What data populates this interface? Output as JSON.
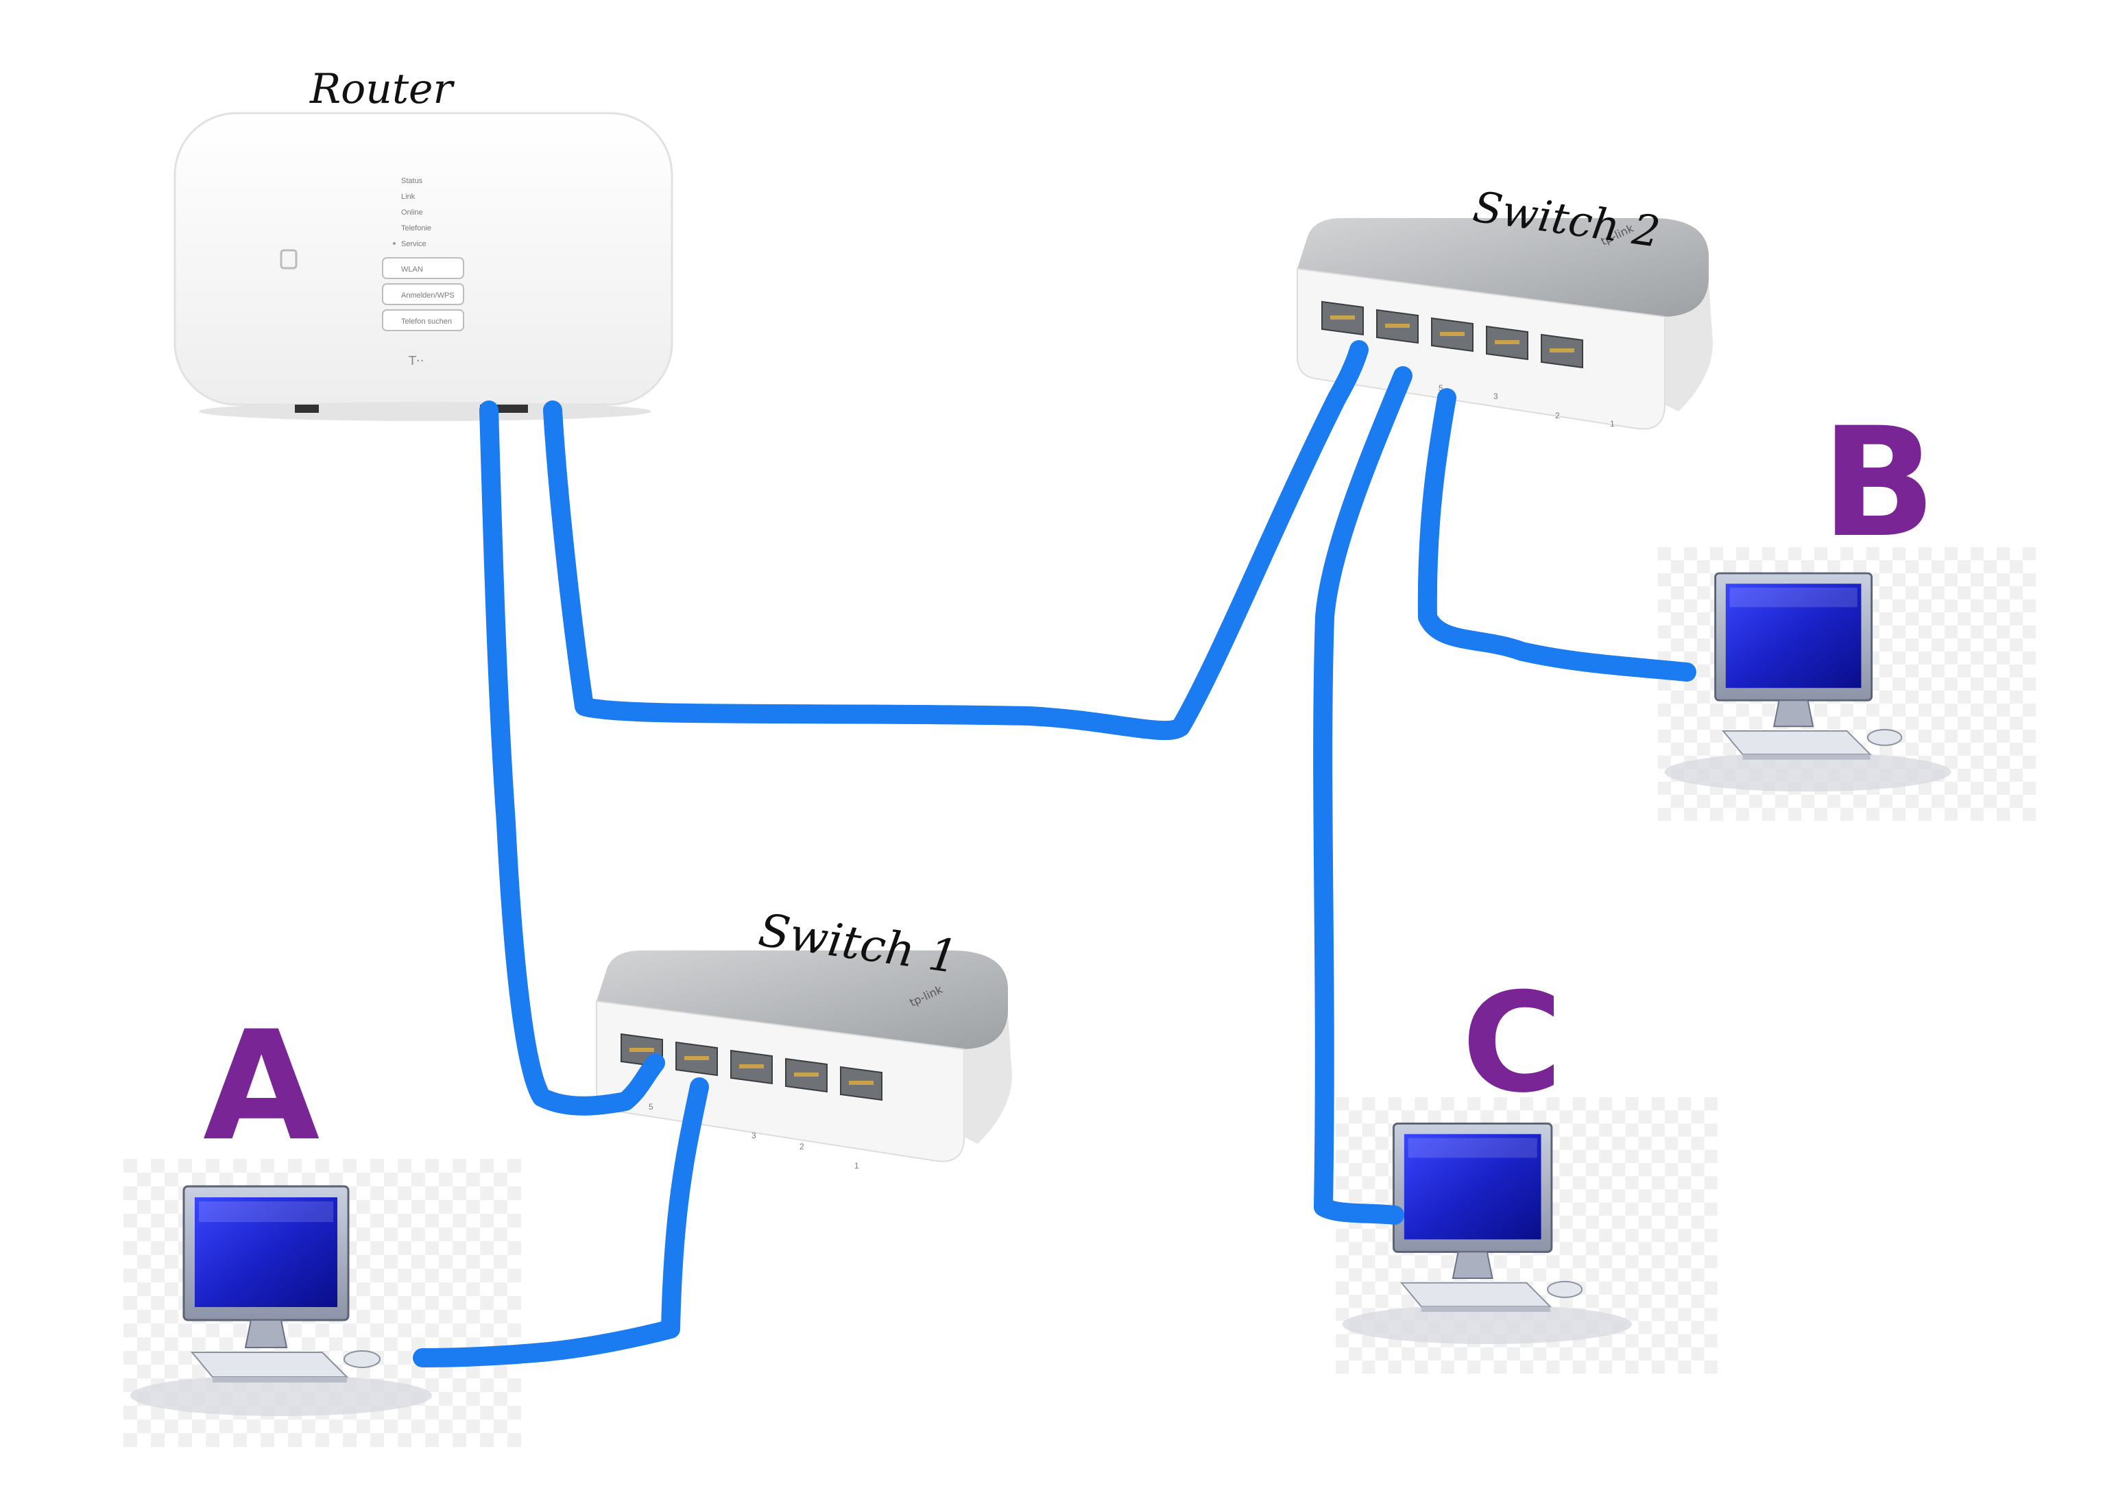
{
  "colors": {
    "cable": "#1a7cf0",
    "letters": "#7a2595",
    "screen": "#1a22c8",
    "device_body": "#ffffff",
    "switch_top": "#b4b6b8"
  },
  "router": {
    "label": "Router",
    "indicators": [
      "Status",
      "Link",
      "Online",
      "Telefonie",
      "Service"
    ],
    "buttons": [
      "WLAN",
      "Anmelden/WPS",
      "Telefon suchen"
    ],
    "brand_mark": "T··"
  },
  "switch1": {
    "label": "Switch 1",
    "brand": "tp-link",
    "port_numbers": [
      "5",
      "3",
      "2",
      "1"
    ]
  },
  "switch2": {
    "label": "Switch 2",
    "brand": "tp-link",
    "port_numbers": [
      "5",
      "3",
      "2",
      "1"
    ]
  },
  "computers": {
    "a": {
      "letter": "A",
      "icon": "computer-icon"
    },
    "b": {
      "letter": "B",
      "icon": "computer-icon"
    },
    "c": {
      "letter": "C",
      "icon": "computer-icon"
    }
  }
}
